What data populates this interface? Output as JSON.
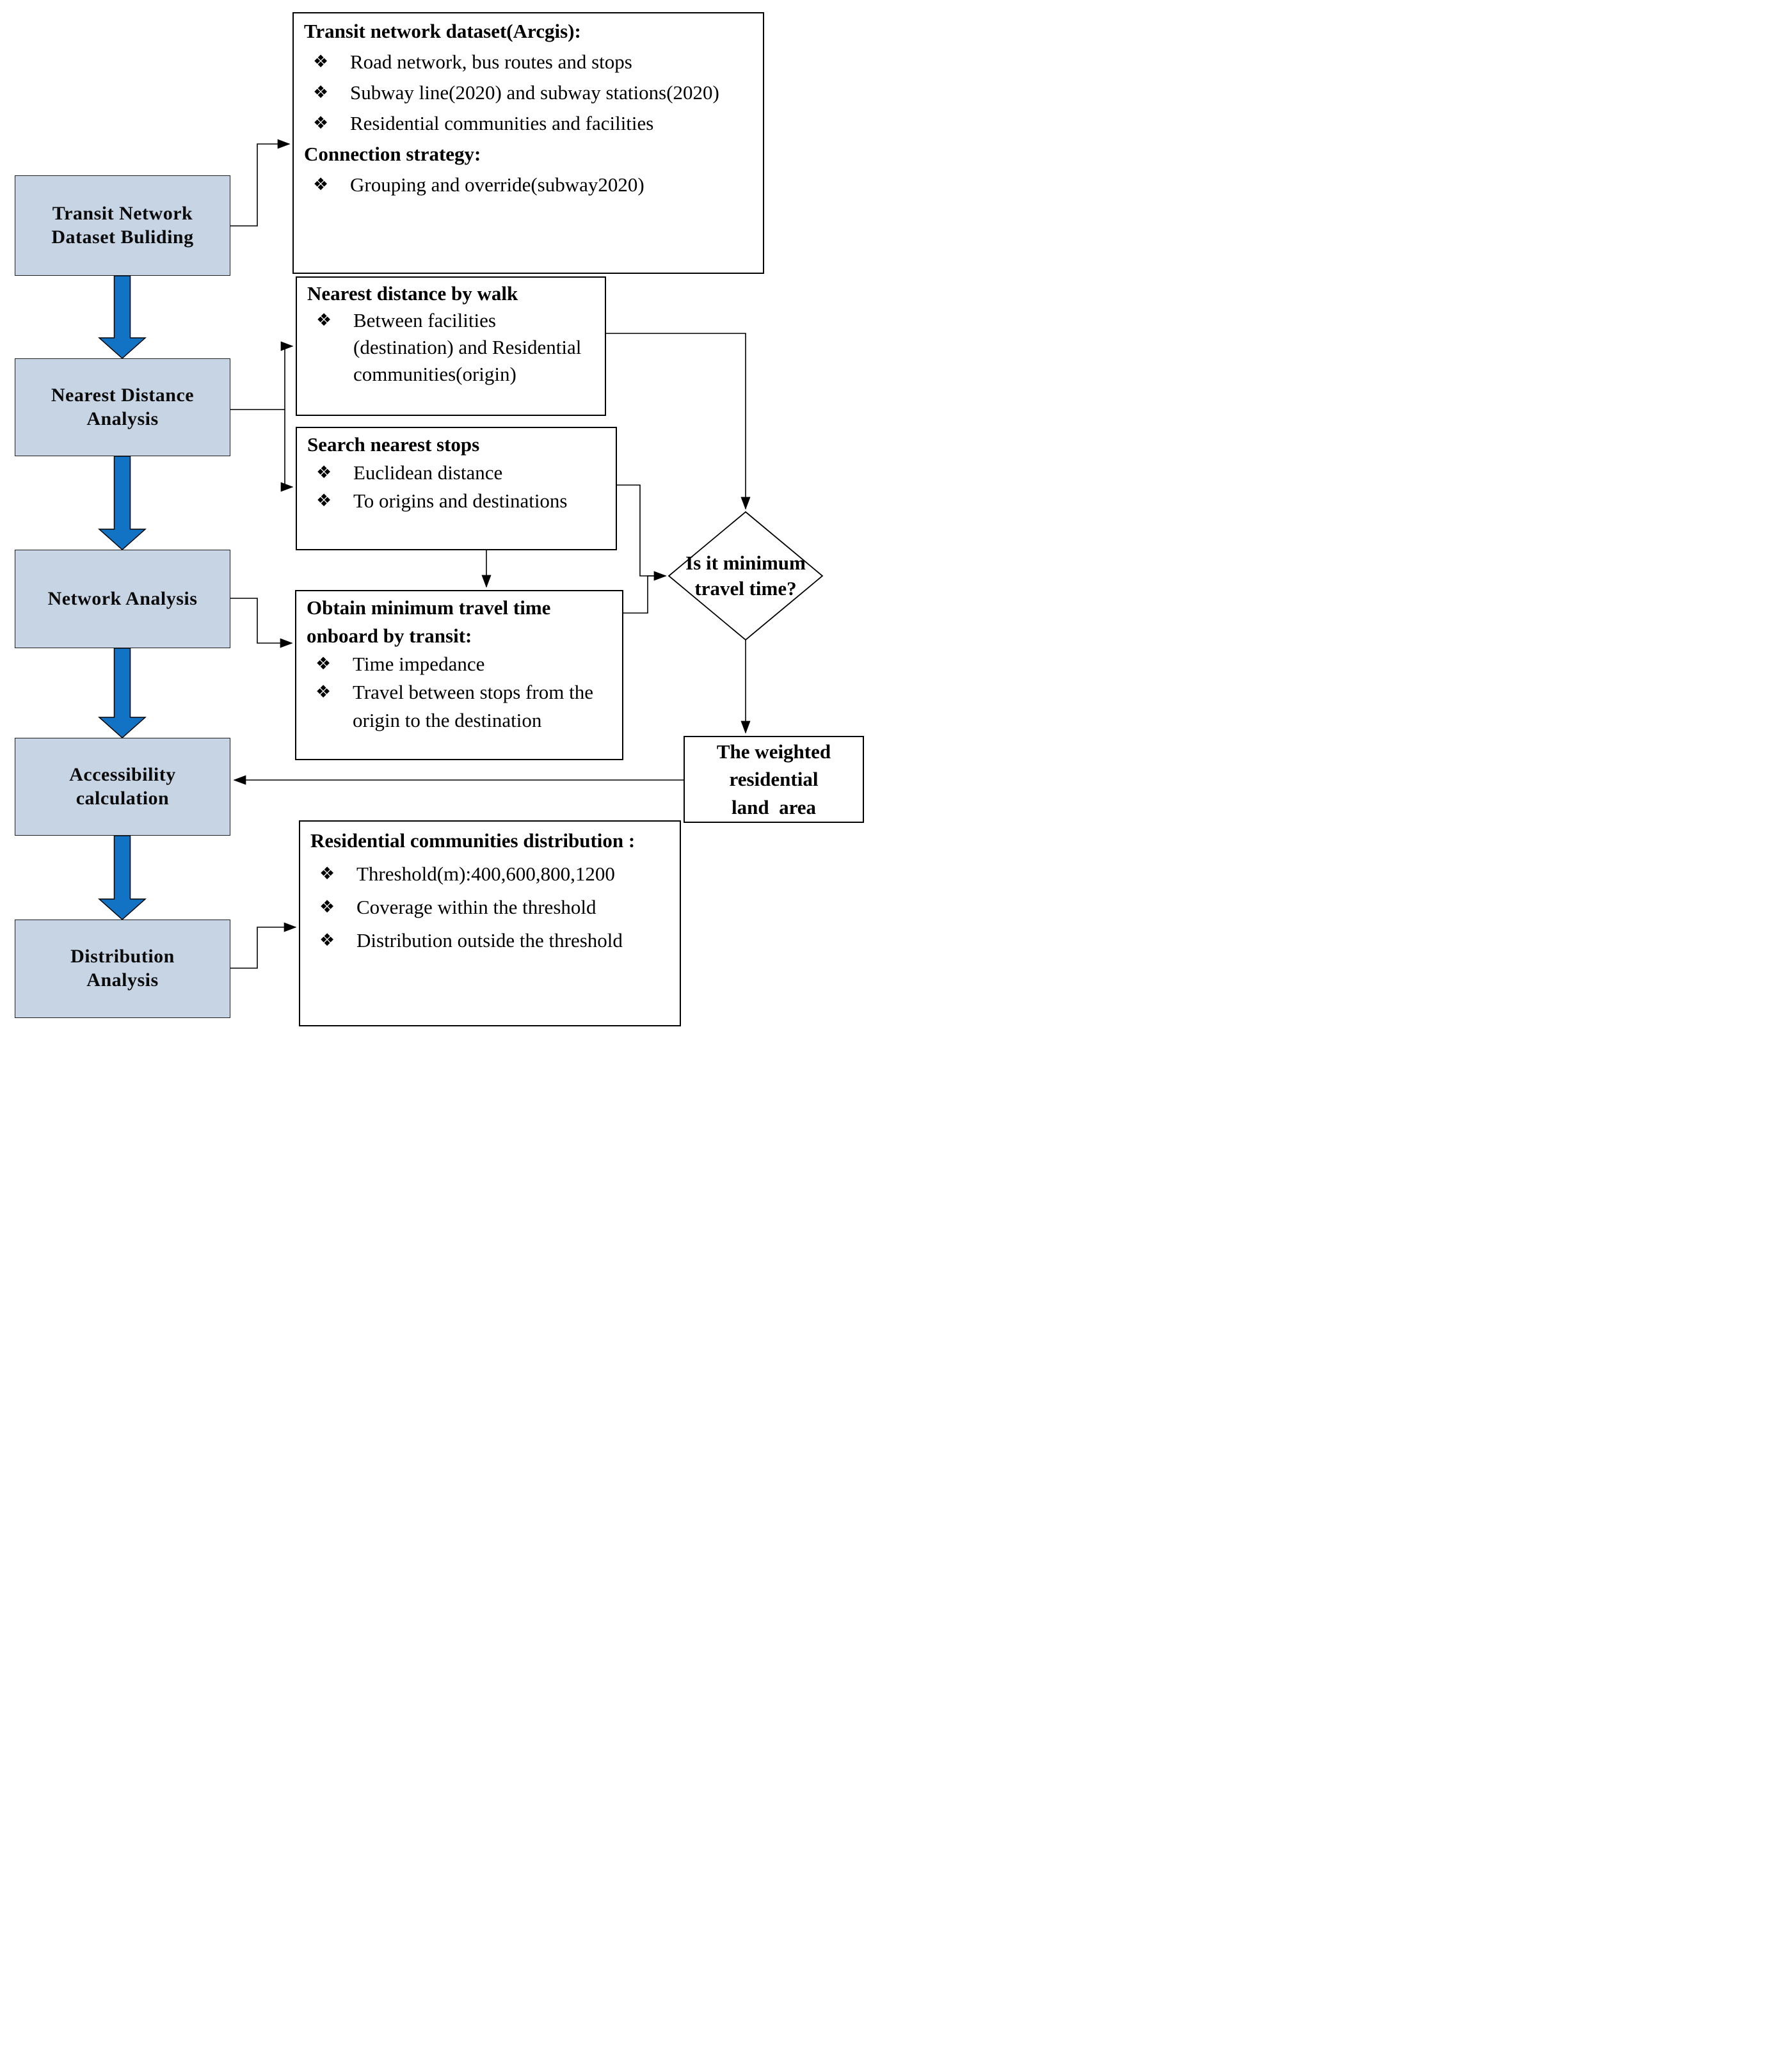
{
  "bullet_glyph": "❖",
  "colors": {
    "process_fill": "#c7d4e4",
    "process_border": "#1f1f1f",
    "arrow_fill": "#1272c4"
  },
  "flow_steps": {
    "s1": {
      "label": "Transit Network\nDataset Buliding"
    },
    "s2": {
      "label": "Nearest Distance\nAnalysis"
    },
    "s3": {
      "label": "Network Analysis"
    },
    "s4": {
      "label": "Accessibility\ncalculation"
    },
    "s5": {
      "label": "Distribution\nAnalysis"
    }
  },
  "white_boxes": {
    "dataset": {
      "title": "Transit network dataset(Arcgis):",
      "bullets": [
        "Road network, bus routes and stops",
        "Subway line(2020) and subway stations(2020)",
        "Residential communities and facilities"
      ],
      "subtitle": "Connection strategy:",
      "subtitle_bullets": [
        "Grouping and override(subway2020)"
      ]
    },
    "walk": {
      "title": "Nearest distance by walk",
      "bullets": [
        "Between facilities (destination) and Residential communities(origin)"
      ]
    },
    "stops": {
      "title": "Search nearest stops",
      "bullets": [
        "Euclidean distance",
        "To origins and destinations"
      ]
    },
    "travel": {
      "title": "Obtain minimum travel time onboard by transit:",
      "bullets": [
        "Time impedance",
        "Travel between stops from the origin to the destination"
      ]
    },
    "distribution": {
      "title": "Residential communities distribution :",
      "bullets": [
        "Threshold(m):400,600,800,1200",
        "Coverage within the threshold",
        "Distribution outside the threshold"
      ]
    }
  },
  "decision": {
    "label": "Is it minimum\ntravel time?"
  },
  "result": {
    "label": "The weighted\nresidential\nland  area"
  }
}
